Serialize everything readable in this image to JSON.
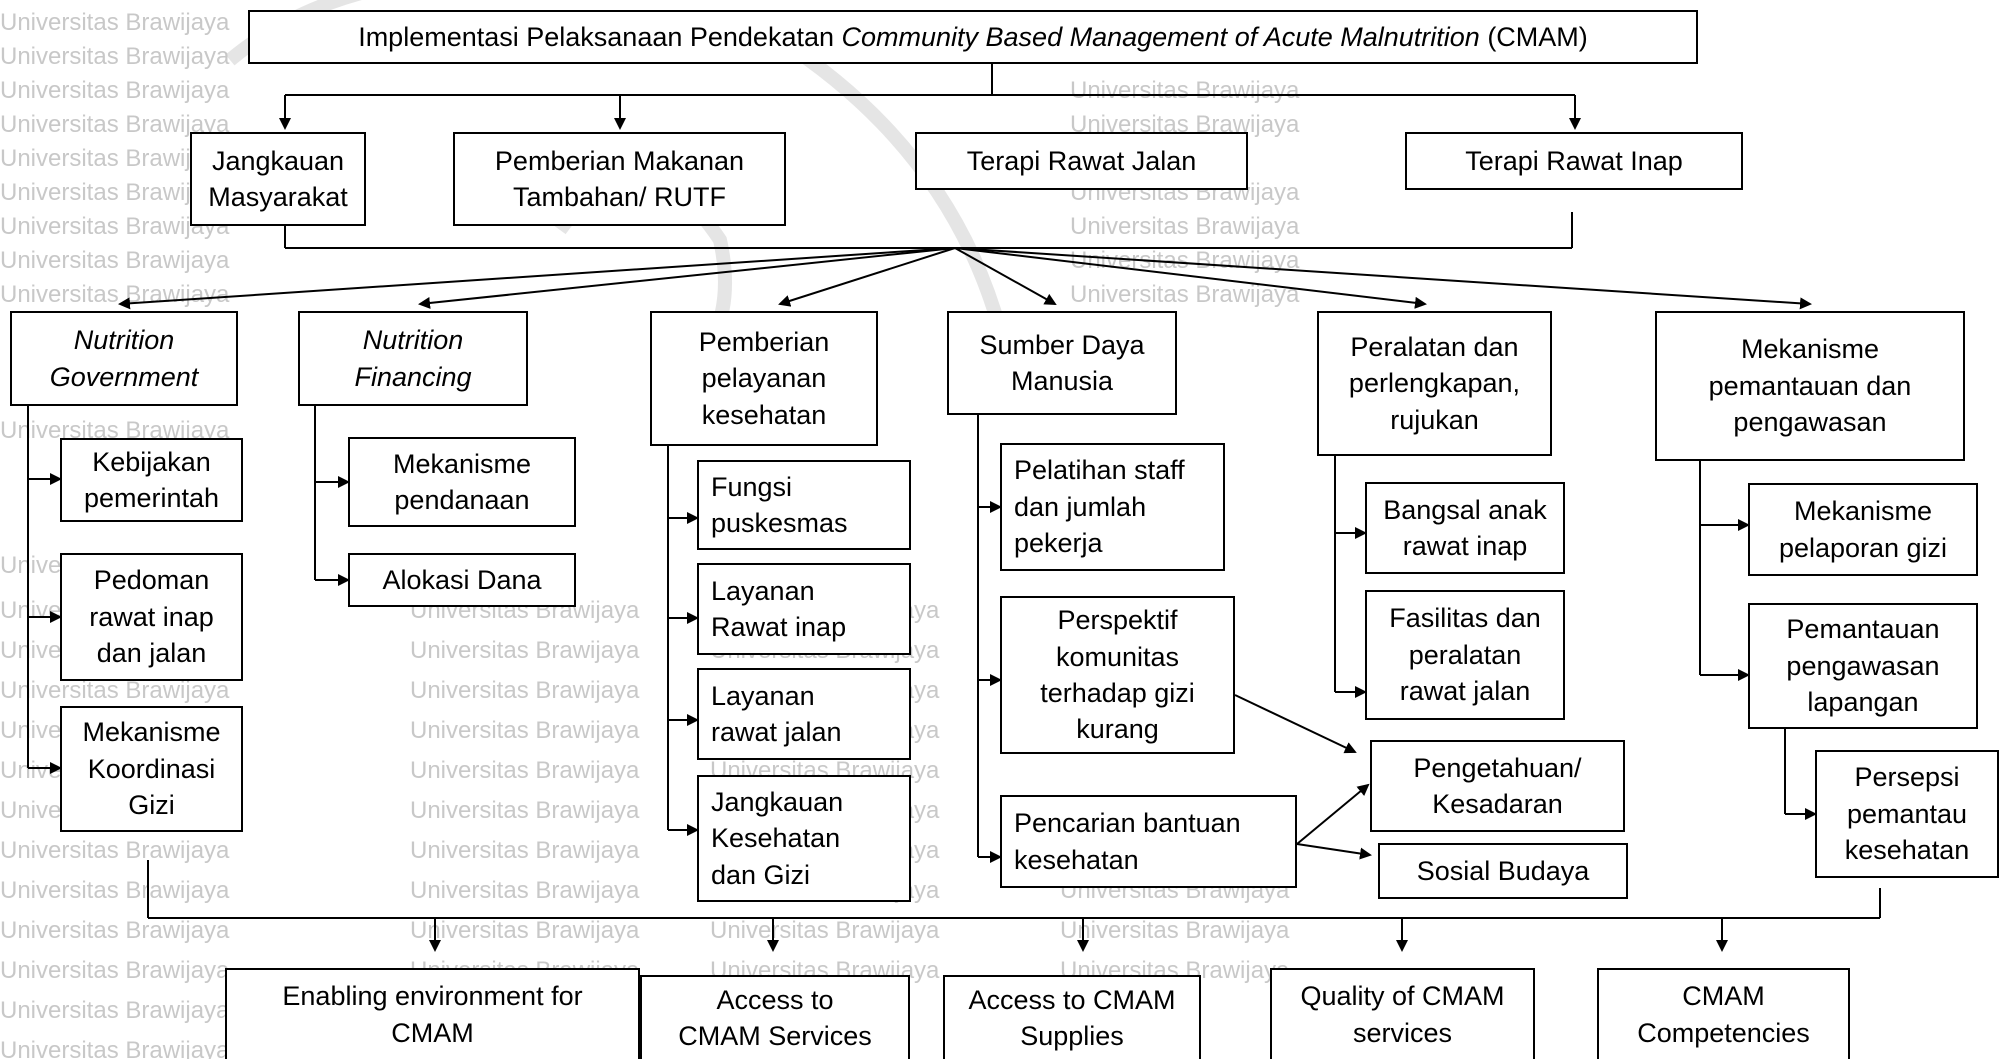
{
  "watermark": {
    "text": "Universitas Brawijaya",
    "lettering": "Universitas Brawijaya"
  },
  "title": {
    "before": "Implementasi Pelaksanaan Pendekatan ",
    "italic": "Community Based Management of Acute Malnutrition",
    "after": " (CMAM)"
  },
  "level1": {
    "jangkauan": "Jangkauan\nMasyarakat",
    "pemberian": "Pemberian Makanan\nTambahan/ RUTF",
    "rawat_jalan": "Terapi Rawat Jalan",
    "rawat_inap": "Terapi Rawat Inap"
  },
  "level2": {
    "governance": "Nutrition\nGovernment",
    "financing": "Nutrition\nFinancing",
    "pelayanan": "Pemberian\npelayanan\nkesehatan",
    "sdm": "Sumber Daya\nManusia",
    "peralatan": "Peralatan dan\nperlengkapan,\nrujukan",
    "mekanisme": "Mekanisme\npemantauan dan\npengawasan"
  },
  "level3": {
    "kebijakan": "Kebijakan\npemerintah",
    "pedoman": "Pedoman\nrawat inap\ndan jalan",
    "koordinasi": "Mekanisme\nKoordinasi\nGizi",
    "pendanaan": "Mekanisme\npendanaan",
    "alokasi": "Alokasi Dana",
    "fungsi": "Fungsi\npuskesmas",
    "layanan_inap": "Layanan\nRawat inap",
    "layanan_jalan": "Layanan\nrawat jalan",
    "jangkauan_gizi": "Jangkauan\nKesehatan\ndan Gizi",
    "pelatihan": "Pelatihan staff\ndan jumlah\npekerja",
    "perspektif": "Perspektif\nkomunitas\nterhadap gizi\nkurang",
    "pencarian": "Pencarian bantuan\nkesehatan",
    "bangsal": "Bangsal anak\nrawat inap",
    "fasilitas": "Fasilitas dan\nperalatan\nrawat jalan",
    "pengetahuan": "Pengetahuan/\nKesadaran",
    "sosial": "Sosial Budaya",
    "pelaporan": "Mekanisme\npelaporan gizi",
    "pemantauan": "Pemantauan\npengawasan\nlapangan",
    "persepsi": "Persepsi\npemantau\nkesehatan"
  },
  "outcomes": {
    "enabling": "Enabling environment for\nCMAM",
    "access_services": "Access to\nCMAM Services",
    "access_supplies": "Access to CMAM\nSupplies",
    "quality": "Quality of CMAM\nservices",
    "competencies": "CMAM\nCompetencies"
  },
  "colors": {
    "line": "#000000",
    "watermark": "#c8c8c8"
  }
}
